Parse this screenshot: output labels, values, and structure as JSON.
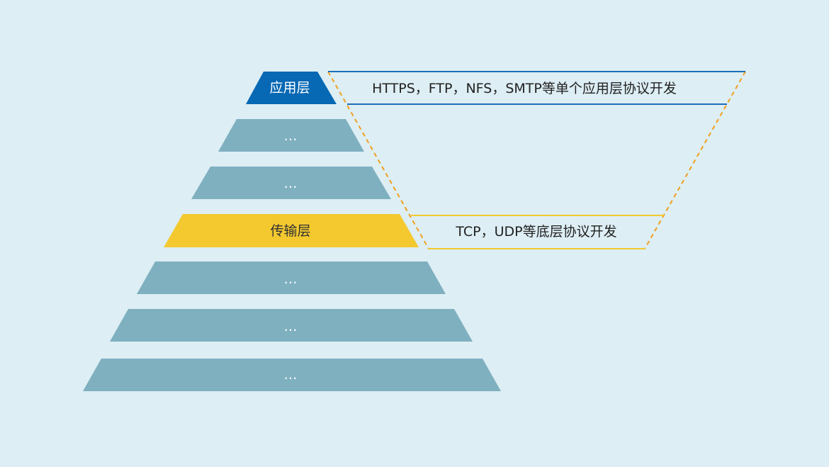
{
  "colors": {
    "background": "#ddeef4",
    "application_layer": "#0768b4",
    "transport_layer": "#f3c92f",
    "generic_layer": "#7fb0c0",
    "application_box_line": "#1d6fb8",
    "transport_box_line": "#f3c92f",
    "connector_dash": "#f0a020",
    "light_text": "#ffffff",
    "dark_text": "#333333"
  },
  "pyramid": {
    "layers": [
      {
        "id": "application",
        "label": "应用层",
        "fill": "#0768b4",
        "text_color": "#ffffff"
      },
      {
        "id": "layer-2",
        "label": "…",
        "fill": "#7fb0c0",
        "text_color": "#ffffff"
      },
      {
        "id": "layer-3",
        "label": "…",
        "fill": "#7fb0c0",
        "text_color": "#ffffff"
      },
      {
        "id": "transport",
        "label": "传输层",
        "fill": "#f3c92f",
        "text_color": "#333333"
      },
      {
        "id": "layer-5",
        "label": "…",
        "fill": "#7fb0c0",
        "text_color": "#ffffff"
      },
      {
        "id": "layer-6",
        "label": "…",
        "fill": "#7fb0c0",
        "text_color": "#ffffff"
      },
      {
        "id": "layer-7",
        "label": "…",
        "fill": "#7fb0c0",
        "text_color": "#ffffff"
      }
    ]
  },
  "callouts": {
    "application": {
      "text": "HTTPS，FTP，NFS，SMTP等单个应用层协议开发"
    },
    "transport": {
      "text": "TCP，UDP等底层协议开发"
    }
  }
}
